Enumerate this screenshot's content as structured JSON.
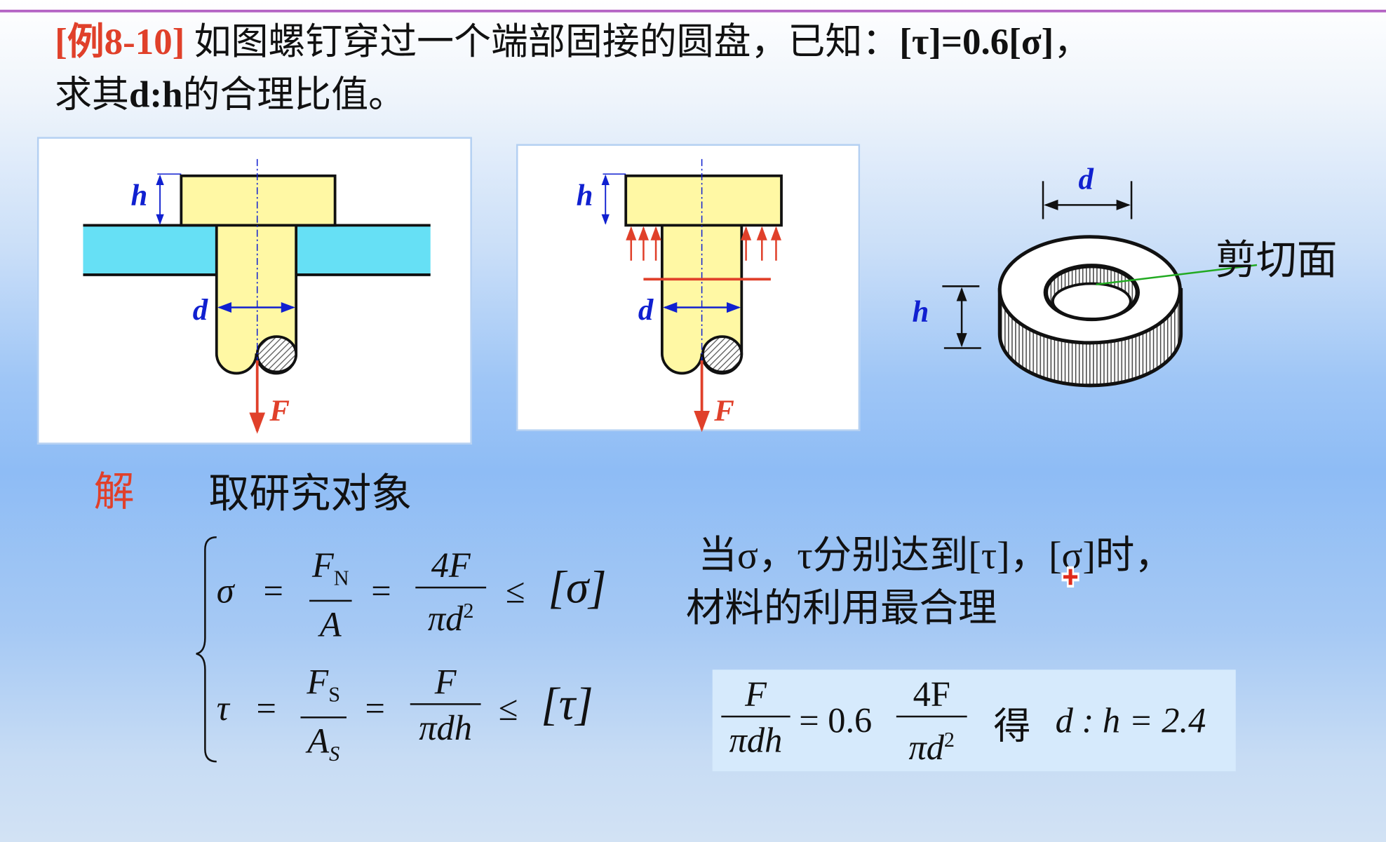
{
  "title": {
    "example_tag": "[例8-10]",
    "line1": "如图螺钉穿过一个端部固接的圆盘，已知：",
    "condition": "[τ]=0.6[σ]",
    "comma": "，",
    "line2_a": "求其",
    "line2_b": "d:h",
    "line2_c": "的合理比值。"
  },
  "figures": {
    "fig1": {
      "h": "h",
      "d": "d",
      "F": "F"
    },
    "fig2": {
      "h": "h",
      "d": "d",
      "F": "F"
    },
    "ring": {
      "d": "d",
      "h": "h",
      "shear_label": "剪切面"
    }
  },
  "solution": {
    "label": "解",
    "step": "取研究对象",
    "eq1": {
      "lhs": "σ",
      "eq": "=",
      "f1_num": "F",
      "f1_num_sub": "N",
      "f1_den": "A",
      "eq2": "=",
      "f2_num": "4F",
      "f2_den": "πd",
      "f2_den_sup": "2",
      "le": "≤",
      "rhs": "[σ]"
    },
    "eq2": {
      "lhs": "τ",
      "eq": "=",
      "f1_num": "F",
      "f1_num_sub": "S",
      "f1_den": "A",
      "f1_den_sub": "S",
      "eq2": "=",
      "f2_num": "F",
      "f2_den": "πdh",
      "le": "≤",
      "rhs": "[τ]"
    },
    "note_line1": "当σ，τ分别达到[τ]，[σ]时，",
    "note_line2": "材料的利用最合理",
    "result": {
      "f1_num": "F",
      "f1_den": "πdh",
      "mid": "= 0.6",
      "f2_num": "4F",
      "f2_den": "πd",
      "f2_den_sup": "2",
      "de": "得",
      "answer": "d : h = 2.4"
    }
  },
  "colors": {
    "accent_red": "#e0402a",
    "dim_blue": "#1020d0",
    "bolt_yellow": "#fff6a0",
    "plate_cyan": "#66e0f5",
    "divider_purple": "#b463c4"
  }
}
